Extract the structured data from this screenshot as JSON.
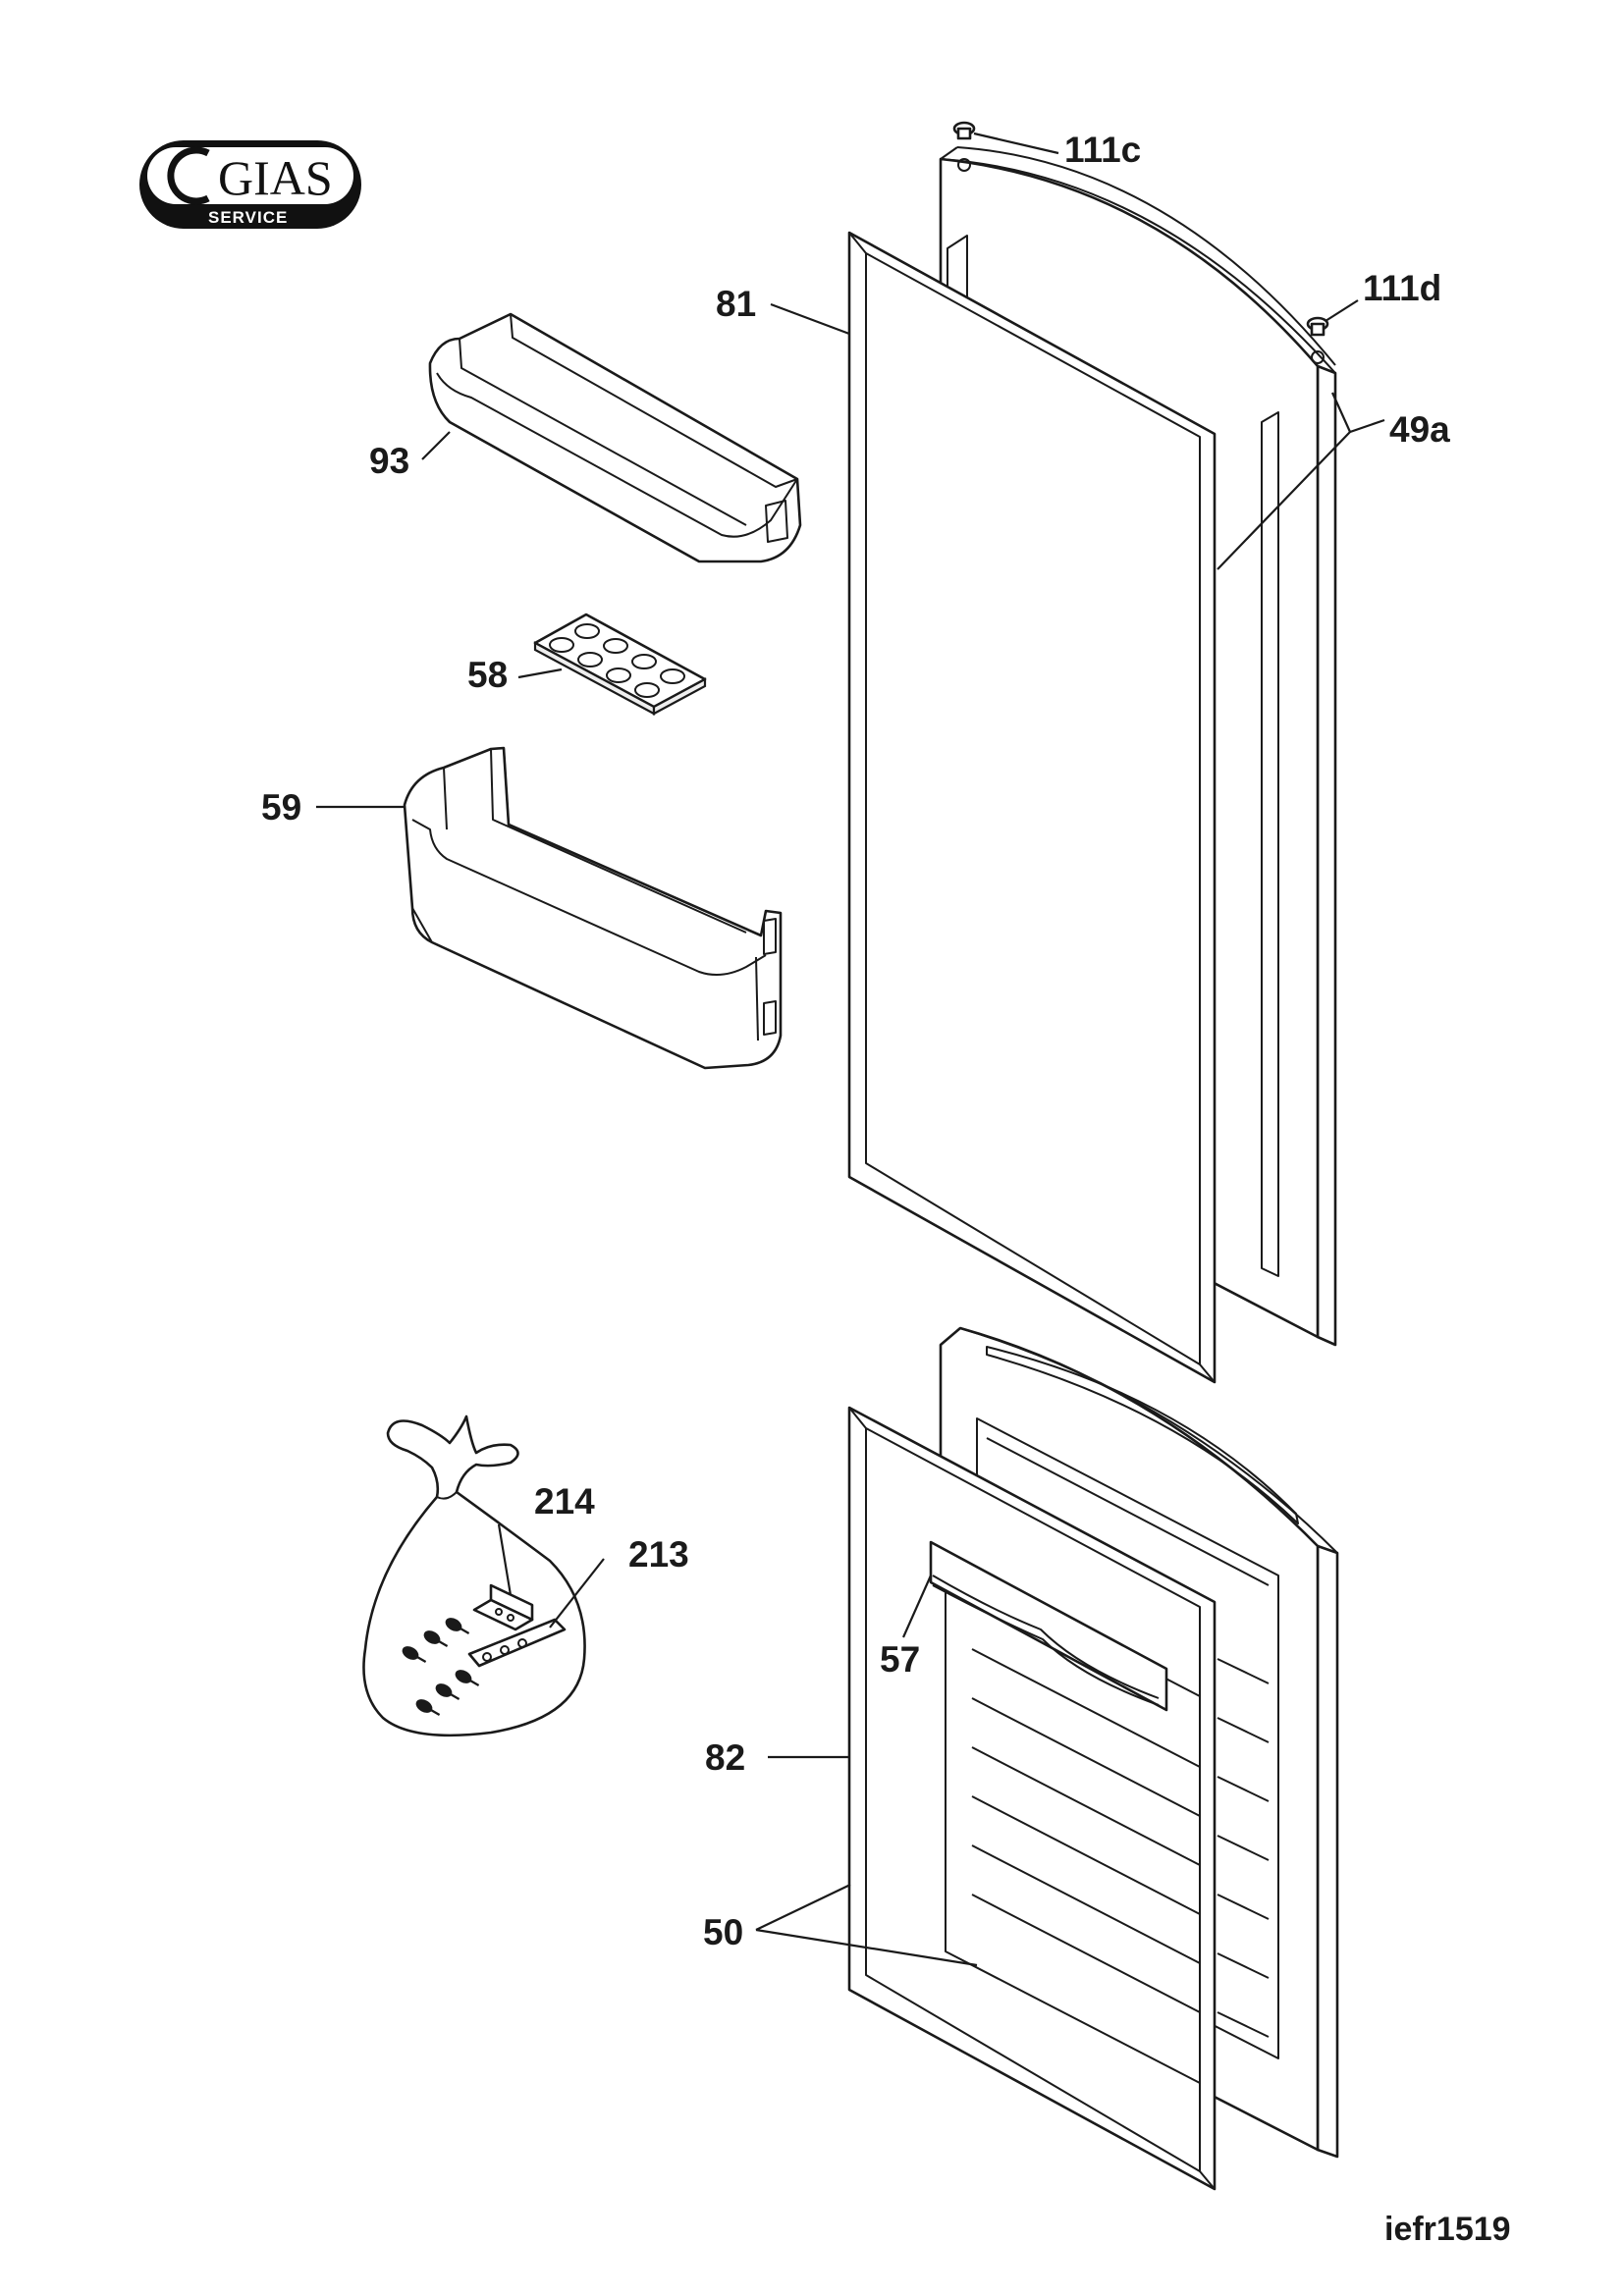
{
  "logo": {
    "brand": "GIAS",
    "subtitle": "SERVICE"
  },
  "callouts": {
    "c111c": "111c",
    "c111d": "111d",
    "c81": "81",
    "c49a": "49a",
    "c93": "93",
    "c58": "58",
    "c59": "59",
    "c214": "214",
    "c213": "213",
    "c57": "57",
    "c82": "82",
    "c50": "50"
  },
  "drawing_code": "iefr1519"
}
